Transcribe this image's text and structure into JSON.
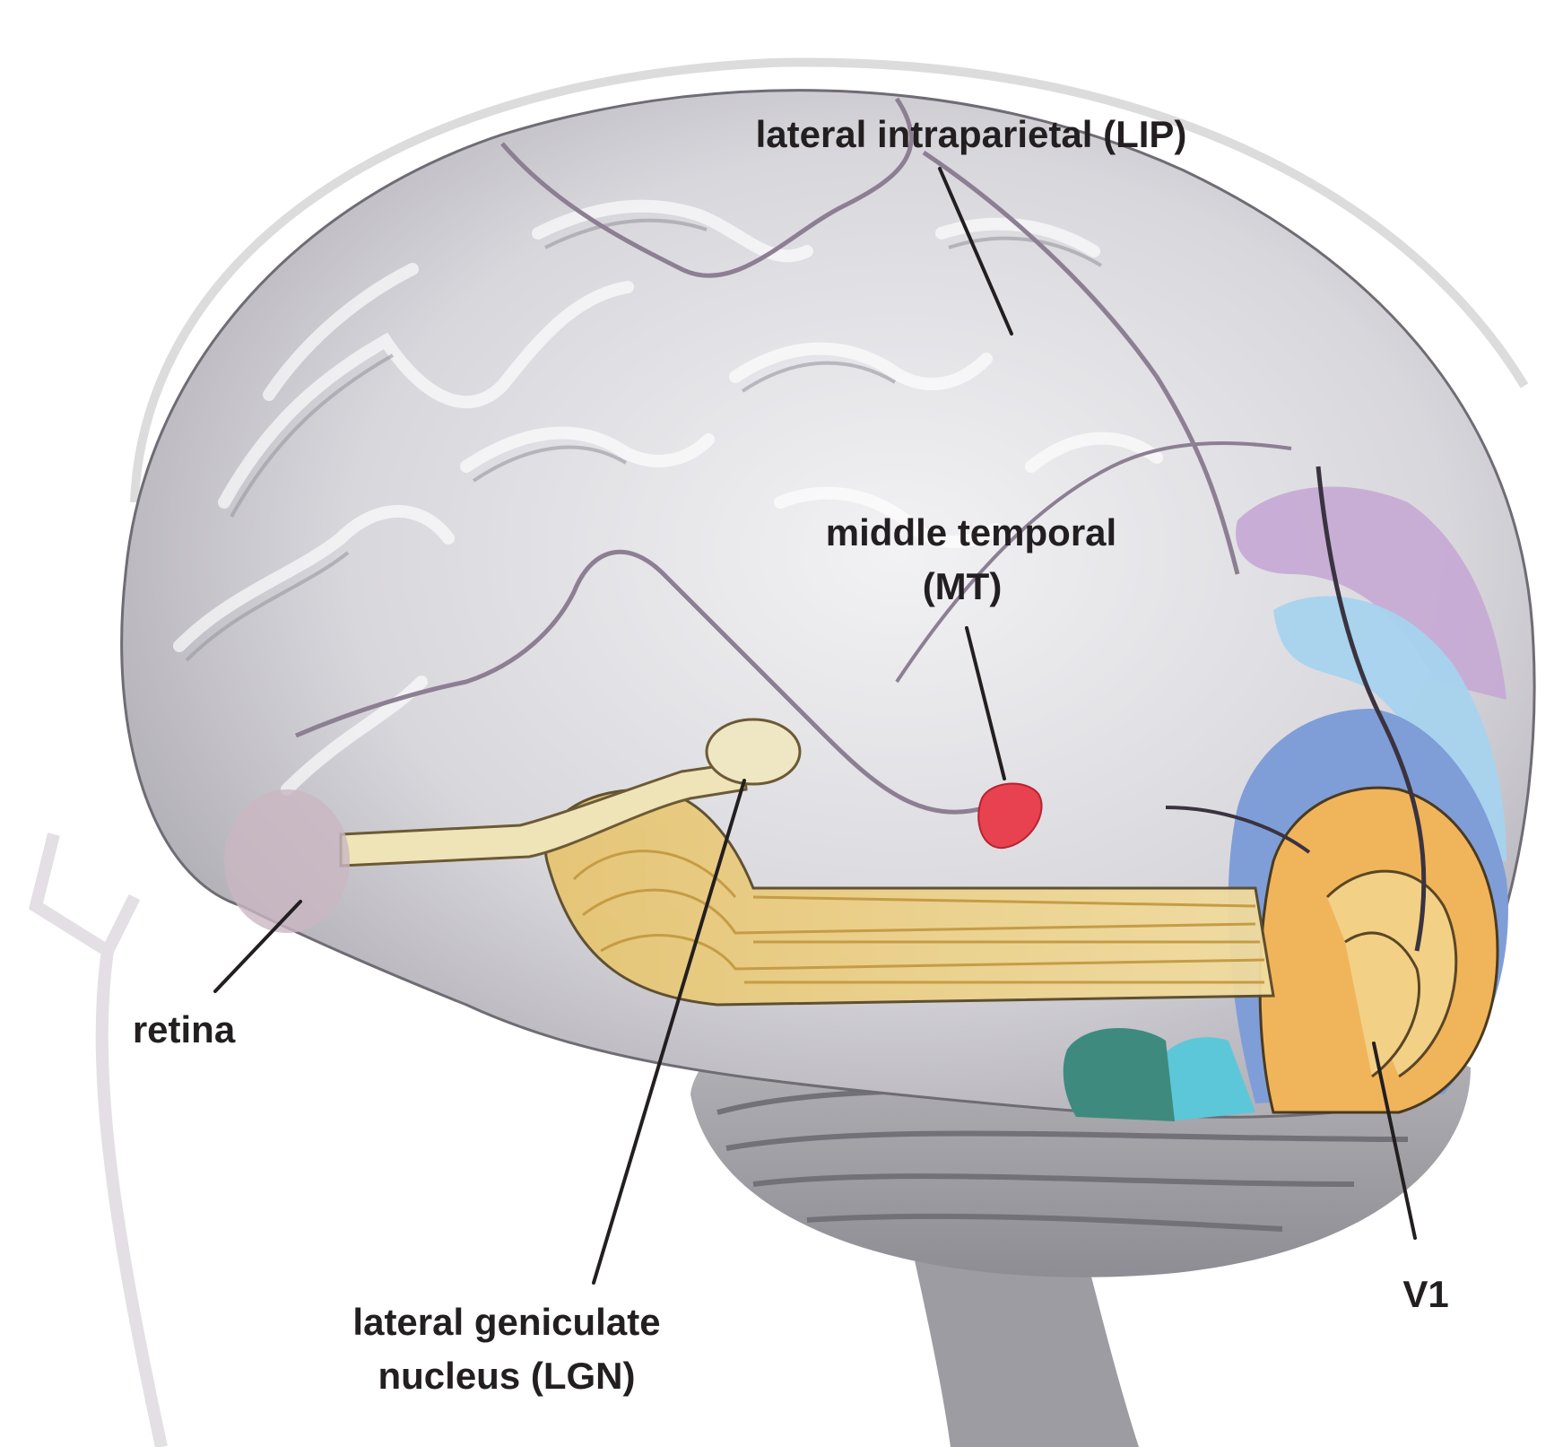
{
  "labels": {
    "lip": "lateral intraparietal (LIP)",
    "mt_line1": "middle temporal",
    "mt_line2": "(MT)",
    "retina": "retina",
    "lgn_line1": "lateral geniculate",
    "lgn_line2": "nucleus (LGN)",
    "v1": "V1"
  },
  "colors": {
    "brain_gray": "#c9c8cd",
    "brain_highlight": "#eeeef1",
    "sulcus": "#8d7f93",
    "lgn_pathway": "#e8c97a",
    "optic_nerve": "#efe3b8",
    "mt_area": "#e8414f",
    "v1_orange": "#f0b55a",
    "v2_blue": "#7f9ed8",
    "v3_lightblue": "#a7d3ee",
    "v4_lavender": "#c5a9d4",
    "teal_area": "#3f8a7e",
    "cyan_area": "#5cc7d8"
  }
}
